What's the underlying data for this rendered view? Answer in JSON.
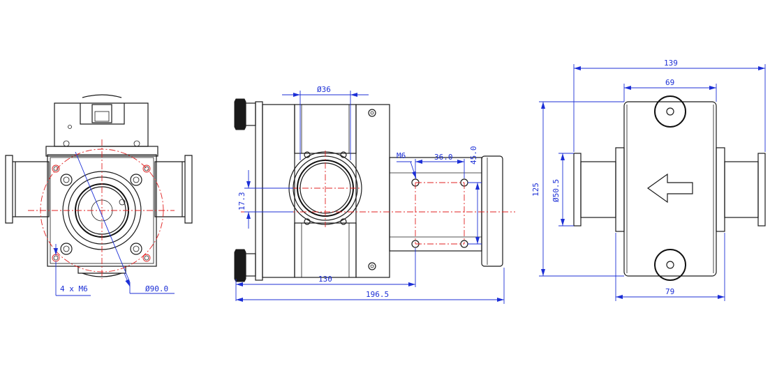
{
  "dimensions": {
    "bolt_pattern_front": "4 x M6",
    "bolt_circle_diameter": "Ø90.0",
    "bore_diameter_side": "Ø36",
    "side_thread": "M6",
    "side_hole_spacing_h": "36.0",
    "side_hole_spacing_v": "45.0",
    "side_offset": "17.3",
    "side_body_length": "130",
    "side_overall_length": "196.5",
    "top_overall_width": "139",
    "top_inner_width": "69",
    "top_body_width": "79",
    "top_height": "125",
    "top_port_diameter": "Ø50.5"
  },
  "colors": {
    "outline": "#1a1a1a",
    "dimension": "#1c2fd6",
    "centerline": "#e02020"
  },
  "icons": [
    "flow-arrow-icon",
    "knob-icon"
  ]
}
